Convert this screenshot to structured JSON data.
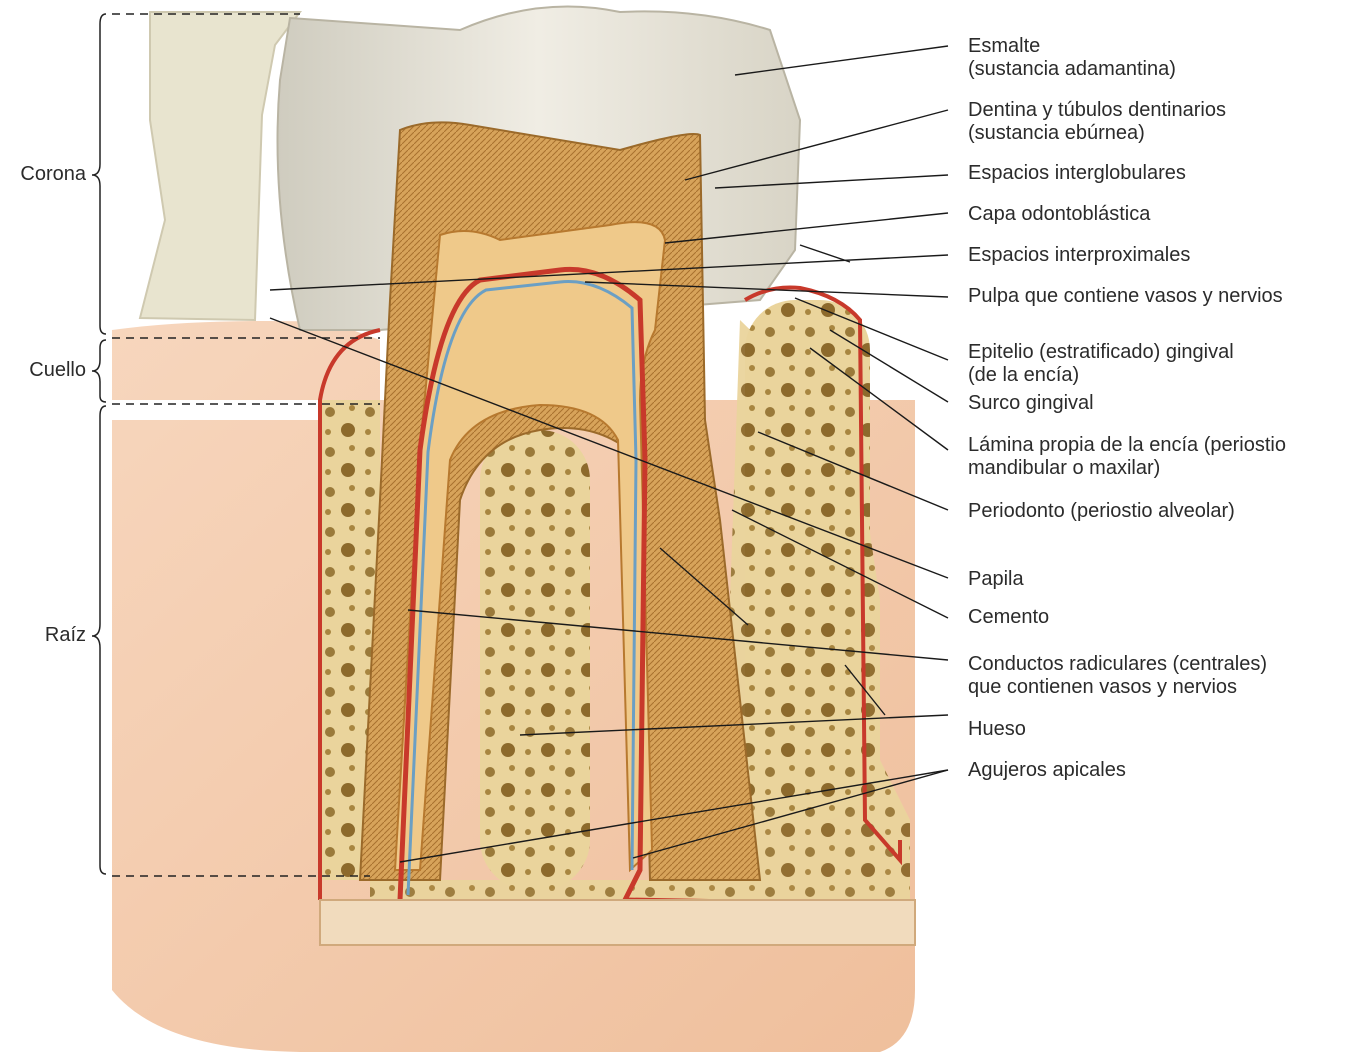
{
  "regions": {
    "corona": "Corona",
    "cuello": "Cuello",
    "raiz": "Raíz"
  },
  "labels": [
    {
      "id": "esmalte",
      "lines": [
        "Esmalte",
        "(sustancia adamantina)"
      ]
    },
    {
      "id": "dentina",
      "lines": [
        "Dentina y túbulos dentinarios",
        "(sustancia ebúrnea)"
      ]
    },
    {
      "id": "interglobulares",
      "lines": [
        "Espacios interglobulares"
      ]
    },
    {
      "id": "odontoblastica",
      "lines": [
        "Capa odontoblástica"
      ]
    },
    {
      "id": "interproximales",
      "lines": [
        "Espacios interproximales"
      ]
    },
    {
      "id": "pulpa",
      "lines": [
        "Pulpa que contiene vasos y nervios"
      ]
    },
    {
      "id": "epitelio",
      "lines": [
        "Epitelio (estratificado) gingival",
        "(de la encía)"
      ]
    },
    {
      "id": "surco",
      "lines": [
        "Surco gingival"
      ]
    },
    {
      "id": "lamina",
      "lines": [
        "Lámina propia de la encía (periostio",
        "mandibular o maxilar)"
      ]
    },
    {
      "id": "periodonto",
      "lines": [
        "Periodonto (periostio alveolar)"
      ]
    },
    {
      "id": "papila",
      "lines": [
        "Papila"
      ]
    },
    {
      "id": "cemento",
      "lines": [
        "Cemento"
      ]
    },
    {
      "id": "conductos",
      "lines": [
        "Conductos radiculares (centrales)",
        "que contienen vasos y nervios"
      ]
    },
    {
      "id": "hueso",
      "lines": [
        "Hueso"
      ]
    },
    {
      "id": "agujeros",
      "lines": [
        "Agujeros apicales"
      ]
    }
  ],
  "colors": {
    "enamel": "#e9e6dc",
    "dentin": "#d9a85e",
    "pulp": "#efc98a",
    "gum": "#f3c7a4",
    "bone": "#e9d29a",
    "vessel_red": "#c8392b",
    "vessel_blue": "#6b9fc4",
    "leader": "#1a1a1a"
  }
}
